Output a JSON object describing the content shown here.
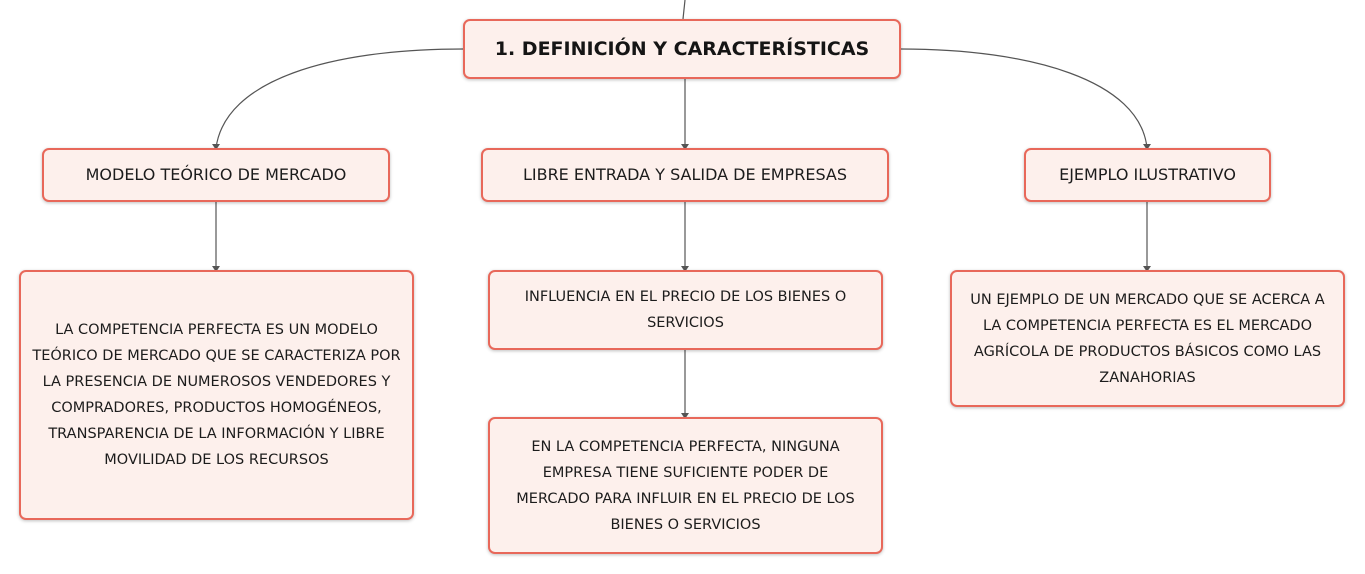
{
  "map": {
    "root": {
      "label": "1. DEFINICIÓN Y CARACTERÍSTICAS"
    },
    "branches": [
      {
        "label": "MODELO TEÓRICO DE MERCADO",
        "children": [
          {
            "text": "LA COMPETENCIA PERFECTA ES UN MODELO TEÓRICO DE MERCADO QUE SE CARACTERIZA POR LA PRESENCIA DE NUMEROSOS VENDEDORES Y COMPRADORES, PRODUCTOS HOMOGÉNEOS, TRANSPARENCIA DE LA INFORMACIÓN Y LIBRE MOVILIDAD DE LOS RECURSOS"
          }
        ]
      },
      {
        "label": "LIBRE ENTRADA Y SALIDA DE EMPRESAS",
        "children": [
          {
            "text": "INFLUENCIA EN EL PRECIO DE LOS BIENES O SERVICIOS"
          },
          {
            "text": "EN LA COMPETENCIA PERFECTA, NINGUNA EMPRESA TIENE SUFICIENTE PODER DE MERCADO PARA INFLUIR EN EL PRECIO DE LOS BIENES O SERVICIOS"
          }
        ]
      },
      {
        "label": "EJEMPLO ILUSTRATIVO",
        "children": [
          {
            "text": "UN EJEMPLO DE UN MERCADO QUE SE ACERCA A LA COMPETENCIA PERFECTA ES EL MERCADO AGRÍCOLA DE PRODUCTOS BÁSICOS COMO LAS ZANAHORIAS"
          }
        ]
      }
    ]
  },
  "colors": {
    "node_border": "#e8685a",
    "node_fill": "#fdf0ec",
    "connector": "#555555",
    "text": "#1c1c1c"
  }
}
